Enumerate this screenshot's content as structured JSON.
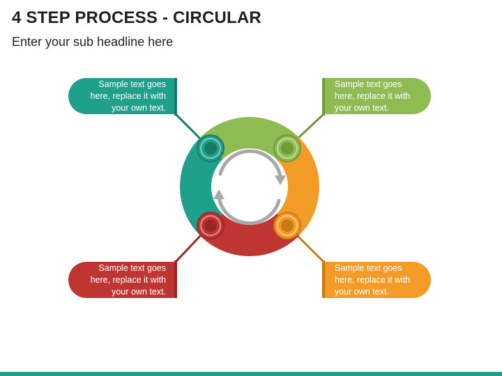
{
  "header": {
    "title": "4 STEP PROCESS - CIRCULAR",
    "subtitle": "Enter your sub headline here"
  },
  "colors": {
    "teal": "#1fa08a",
    "teal_dark": "#177a69",
    "green": "#8fbb53",
    "green_dark": "#6f9a3c",
    "orange": "#f29b26",
    "orange_dark": "#c97a12",
    "red": "#bf3532",
    "red_dark": "#9a2624",
    "arrow_gray": "#a8a8a8",
    "bottom_bar": "#1fa08a"
  },
  "steps": [
    {
      "position": "top-left",
      "color": "teal",
      "text": "Sample text goes here, replace it with your own text."
    },
    {
      "position": "top-right",
      "color": "green",
      "text": "Sample text goes here, replace it with your own text."
    },
    {
      "position": "bottom-left",
      "color": "red",
      "text": "Sample text goes here, replace it with your own text."
    },
    {
      "position": "bottom-right",
      "color": "orange",
      "text": "Sample text goes here, replace it with your own text."
    }
  ],
  "icons": {
    "center": "circular-arrows-icon"
  }
}
